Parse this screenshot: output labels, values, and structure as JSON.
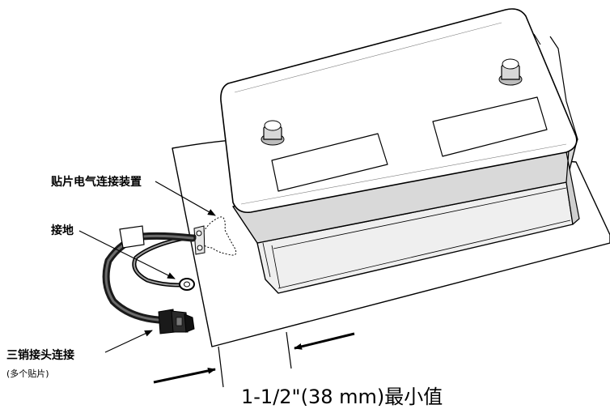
{
  "labels": {
    "patch_connector": "贴片电气连接装置",
    "ground": "接地",
    "three_pin_connector": "三销接头连接",
    "three_pin_connector_note": "(多个贴片)",
    "clearance": "1-1/2\"(38 mm)最小值"
  }
}
